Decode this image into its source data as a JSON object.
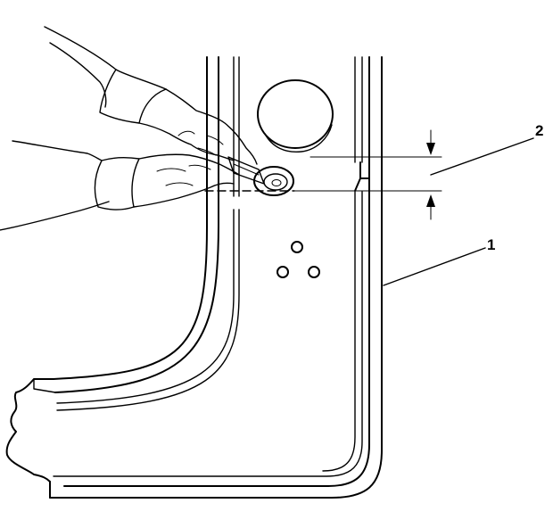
{
  "callouts": [
    {
      "id": "1",
      "label": "1"
    },
    {
      "id": "2",
      "label": "2"
    }
  ],
  "colors": {
    "line": "#000000",
    "background": "#ffffff"
  },
  "icons": [
    "hands-holding-cutting-wheel-icon",
    "arrow-down-icon",
    "arrow-up-icon"
  ]
}
